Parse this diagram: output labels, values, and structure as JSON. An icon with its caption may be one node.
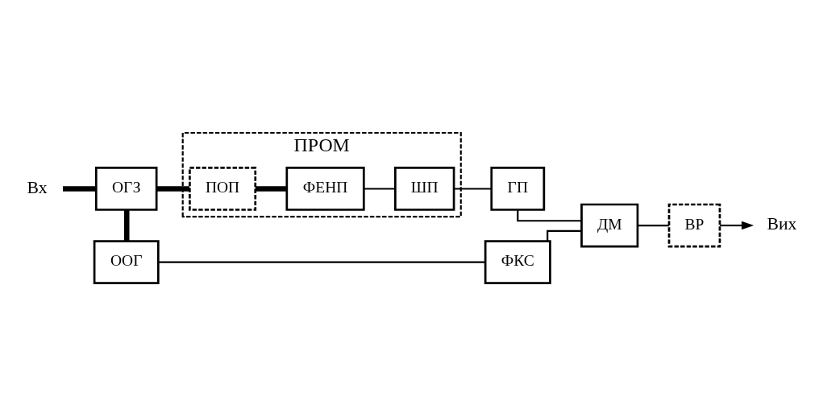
{
  "diagram": {
    "nodes": [
      {
        "text": [
          "Вх"
        ]
      },
      {
        "text": [
          "ОГЗ"
        ]
      },
      {
        "text": [
          "ПРОМ"
        ]
      },
      {
        "text": [
          "ПОП"
        ],
        "in": 2
      },
      {
        "text": [
          "ФЕНП"
        ],
        "in": 2
      },
      {
        "text": [
          "ШП"
        ],
        "in": 2
      },
      {
        "text": [
          "ГП"
        ]
      },
      {
        "text": [
          "ДМ"
        ]
      },
      {
        "text": [
          "ВР"
        ]
      },
      {
        "text": [
          "Вих"
        ]
      },
      {
        "text": [
          "ООГ"
        ]
      },
      {
        "text": [
          "ФКС"
        ]
      }
    ],
    "edges": [
      {
        "from": 0,
        "to": 1,
        "arrow": "none",
        "style": "thick"
      },
      {
        "from": 1,
        "to": 3,
        "arrow": "none",
        "style": "thick"
      },
      {
        "from": 3,
        "to": 4,
        "arrow": "none",
        "style": "thick"
      },
      {
        "from": 4,
        "to": 5,
        "arrow": "none"
      },
      {
        "from": 5,
        "to": 6,
        "arrow": "none"
      },
      {
        "from": 6,
        "to": 7,
        "arrow": "none"
      },
      {
        "from": 7,
        "to": 8,
        "arrow": "none"
      },
      {
        "from": 8,
        "to": 9,
        "arrow": "to"
      },
      {
        "from": 1,
        "to": 10,
        "arrow": "none",
        "style": "thick"
      },
      {
        "from": 10,
        "to": 11,
        "arrow": "none"
      },
      {
        "from": 11,
        "to": 7,
        "arrow": "none"
      }
    ]
  }
}
